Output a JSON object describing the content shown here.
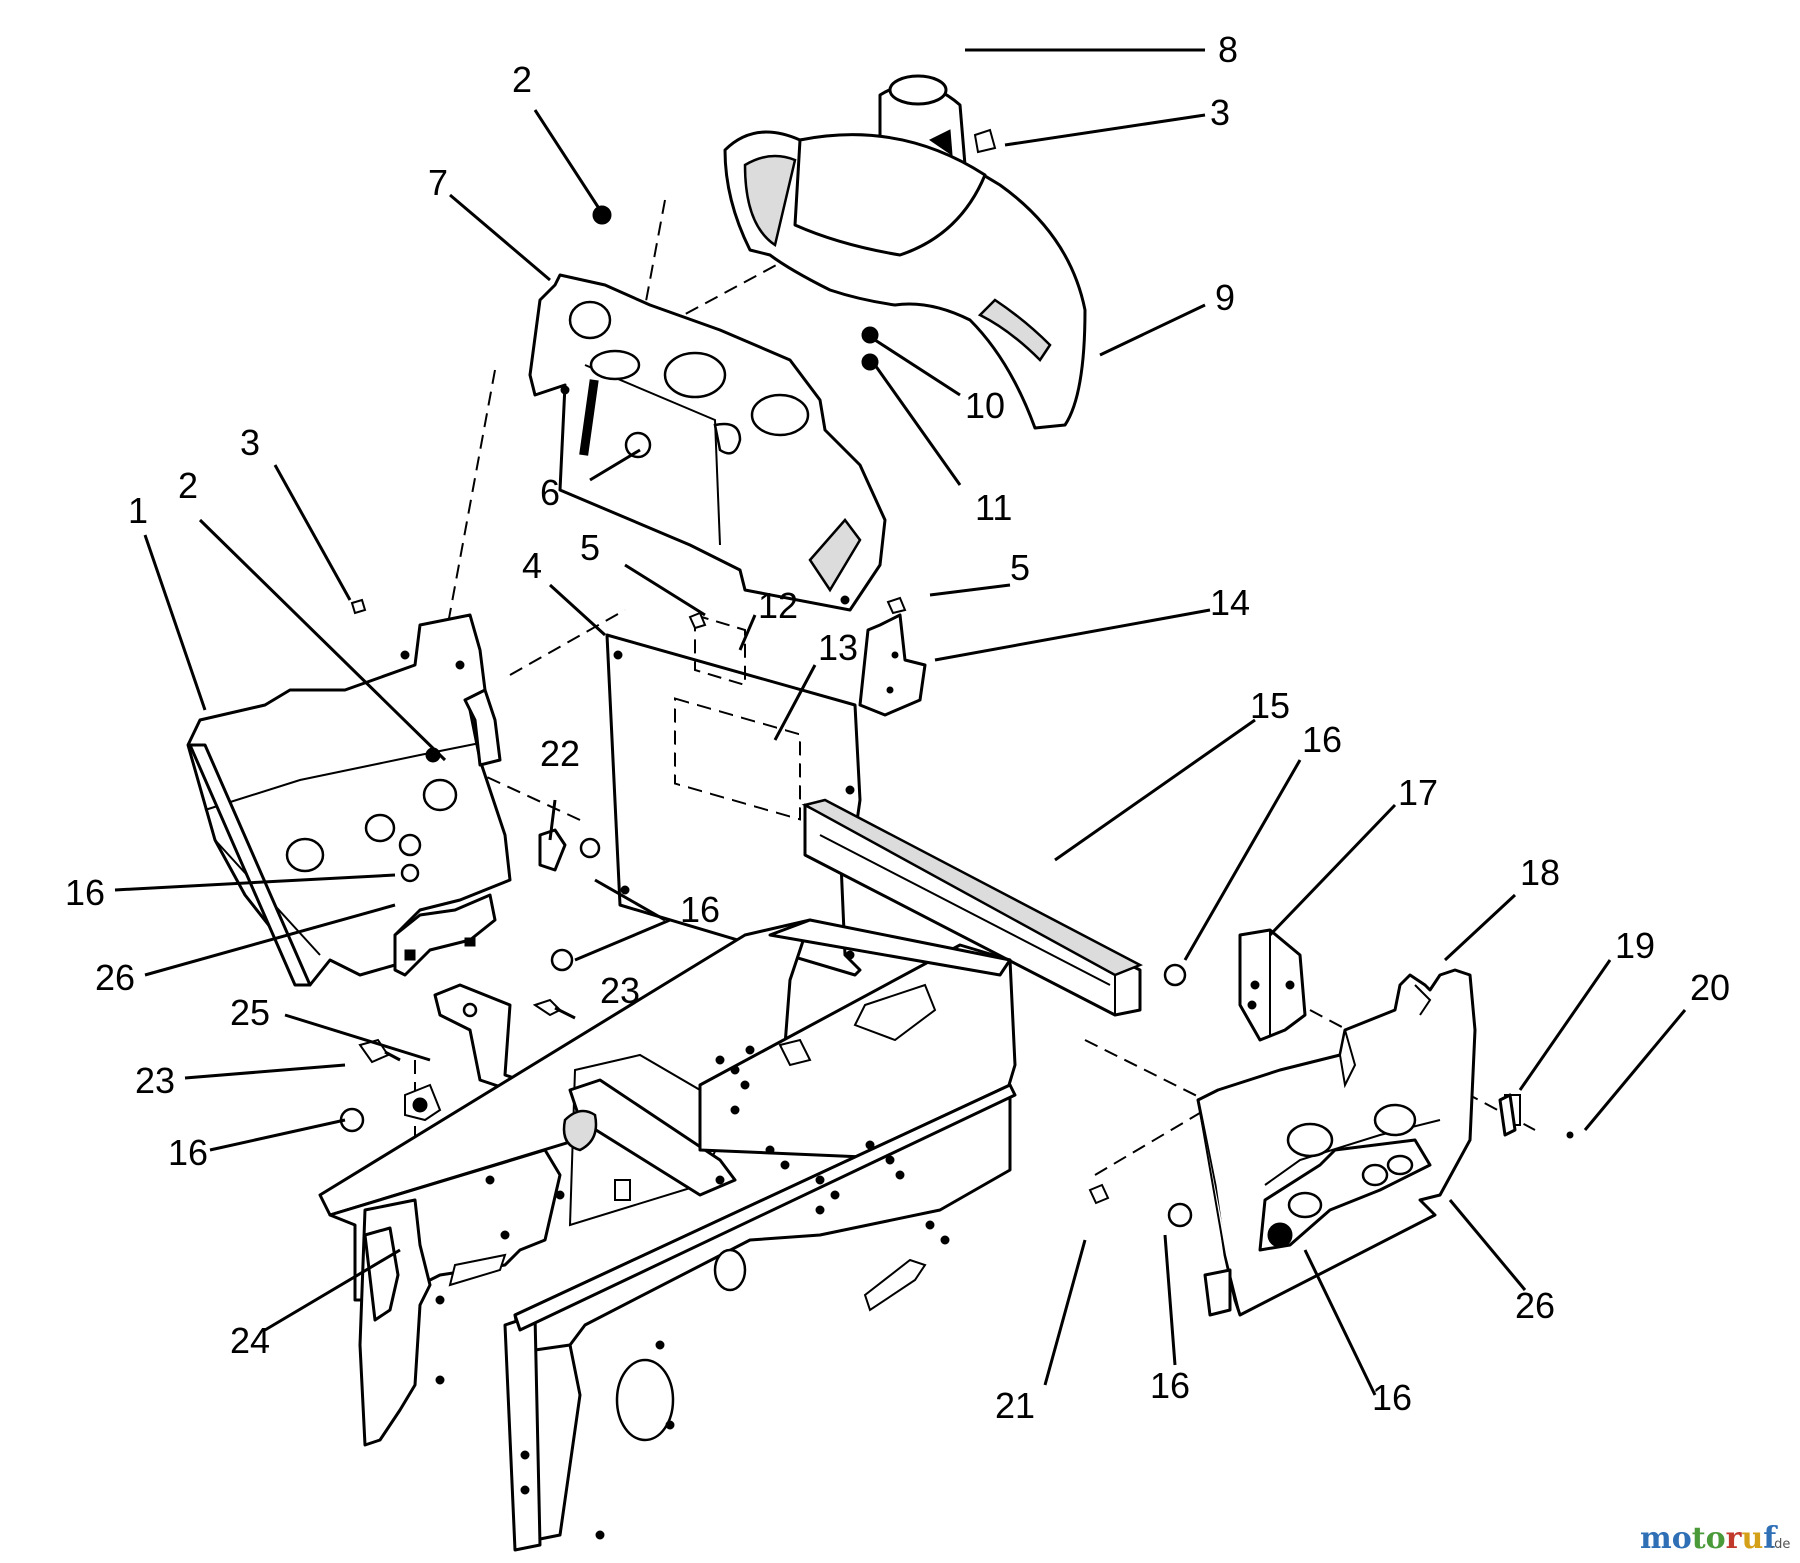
{
  "callouts": {
    "c8": "8",
    "c3a": "3",
    "c2a": "2",
    "c7": "7",
    "c9": "9",
    "c10": "10",
    "c11": "11",
    "c6": "6",
    "c3b": "3",
    "c2b": "2",
    "c1": "1",
    "c5a": "5",
    "c5b": "5",
    "c4": "4",
    "c12": "12",
    "c13": "13",
    "c14": "14",
    "c15": "15",
    "c16a": "16",
    "c17": "17",
    "c18": "18",
    "c19": "19",
    "c20": "20",
    "c22": "22",
    "c16b": "16",
    "c16c": "16",
    "c26a": "26",
    "c25": "25",
    "c23a": "23",
    "c23b": "23",
    "c16d": "16",
    "c24": "24",
    "c21": "21",
    "c16e": "16",
    "c16f": "16",
    "c26b": "26"
  },
  "watermark": {
    "name": "motoruf",
    "tld": ".de"
  }
}
